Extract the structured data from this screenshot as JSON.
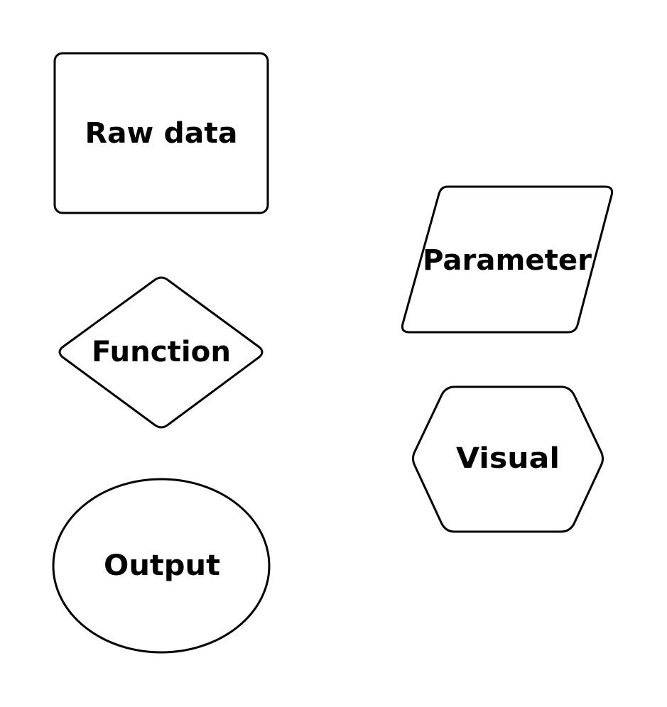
{
  "diagram": {
    "nodes": [
      {
        "id": "raw-data",
        "shape": "rounded-rectangle",
        "label": "Raw data"
      },
      {
        "id": "function",
        "shape": "diamond",
        "label": "Function"
      },
      {
        "id": "output",
        "shape": "ellipse",
        "label": "Output"
      },
      {
        "id": "parameter",
        "shape": "parallelogram",
        "label": "Parameter"
      },
      {
        "id": "visual",
        "shape": "hexagon",
        "label": "Visual"
      }
    ],
    "colors": {
      "stroke": "#000000",
      "fill": "#ffffff",
      "text": "#000000"
    }
  }
}
